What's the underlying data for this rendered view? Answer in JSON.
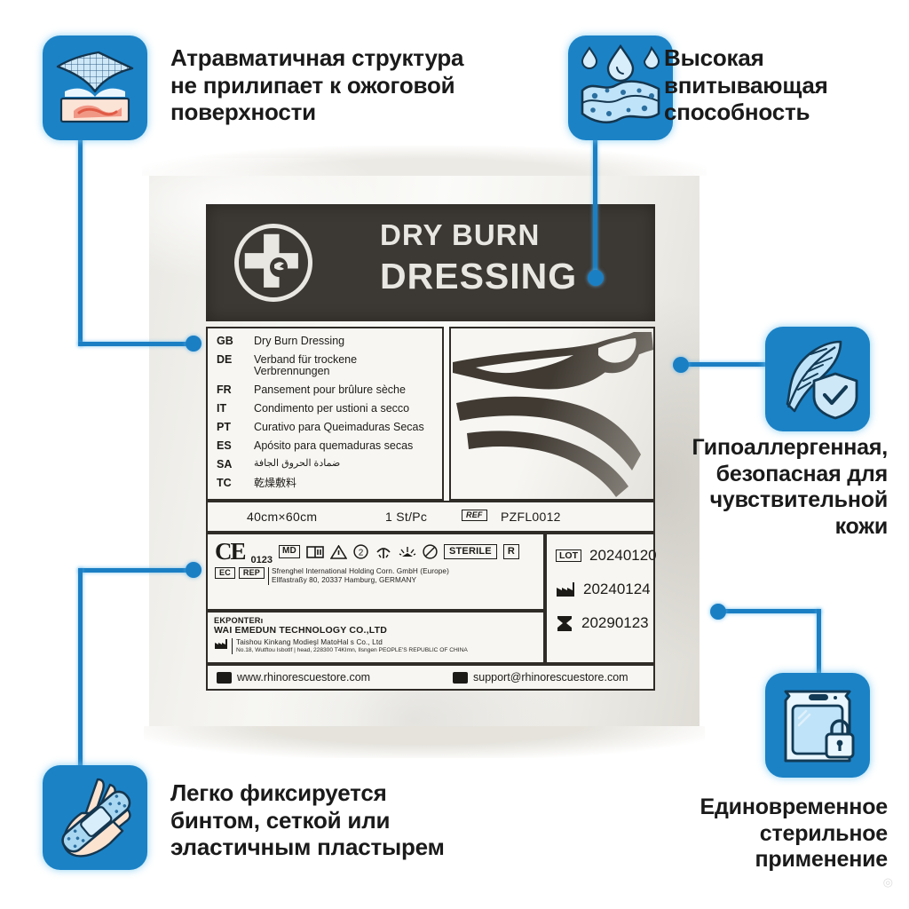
{
  "image": {
    "kind": "product-infographic",
    "language": "ru",
    "accent_color": "#1b82c6",
    "line_color": "#1b7fc4",
    "background": "#ffffff"
  },
  "features": [
    {
      "id": "atraumatic",
      "icon": "non-adherent-mesh-icon",
      "text": "Атравматичная структура\nне прилипает к ожоговой\nповерхности",
      "lines": [
        "Атравматичная структура",
        "не прилипает к ожоговой",
        "поверхности"
      ]
    },
    {
      "id": "absorbency",
      "icon": "sponge-droplets-icon",
      "text": "Высокая\nвпитывающая\nспособность",
      "lines": [
        "Высокая",
        "впитывающая",
        "способность"
      ]
    },
    {
      "id": "hypoallergenic",
      "icon": "feather-shield-icon",
      "text": "Гипоаллергенная,\nбезопасная для\nчувствительной\nкожи",
      "lines": [
        "Гипоаллергенная,",
        "безопасная для",
        "чувствительной",
        "кожи"
      ]
    },
    {
      "id": "easy-fixation",
      "icon": "hand-plaster-icon",
      "text": "Легко фиксируется\nбинтом, сеткой или\nэластичным пластырем",
      "lines": [
        "Легко фиксируется",
        "бинтом, сеткой или",
        "эластичным пластырем"
      ]
    },
    {
      "id": "single-use-sterile",
      "icon": "sealed-pouch-lock-icon",
      "text": "Единовременное\nстерильное\nприменение",
      "lines": [
        "Единовременное",
        "стерильное",
        "применение"
      ]
    }
  ],
  "package": {
    "brand_logo": "rhino-cross-logo",
    "title_line1": "DRY BURN",
    "title_line2": "DRESSING",
    "languages": [
      {
        "code": "GB",
        "name": "Dry Burn Dressing"
      },
      {
        "code": "DE",
        "name": "Verband für trockene Verbrennungen"
      },
      {
        "code": "FR",
        "name": "Pansement pour brûlure sèche"
      },
      {
        "code": "IT",
        "name": "Condimento per ustioni a secco"
      },
      {
        "code": "PT",
        "name": "Curativo para Queimaduras Secas"
      },
      {
        "code": "ES",
        "name": "Apósito para quemaduras secas"
      },
      {
        "code": "SA",
        "name": "ضمادة الحروق الجافة"
      },
      {
        "code": "TC",
        "name": "乾燥敷料"
      }
    ],
    "size": "40cm×60cm",
    "quantity": "1 St/Pc",
    "ref_symbol": "REF",
    "ref_code": "PZFL0012",
    "ce_mark": "CE",
    "ce_number": "0123",
    "symbols": [
      "MD",
      "IFU",
      "CAUTION",
      "DO-NOT-REUSE",
      "KEEP-DRY",
      "KEEP-AWAY-FROM-SUNLIGHT",
      "DO-NOT-USE-IF-DAMAGED"
    ],
    "sterile_label": "STERILE",
    "sterile_method": "R",
    "ec_rep_label_1": "EC",
    "ec_rep_label_2": "REP",
    "ec_rep_name": "Sfrenghel International Holding Corn. GmbH (Europe)",
    "ec_rep_address": "Ellfastraßy 80, 20337 Hamburg, GERMANY",
    "exporter_label": "EKPONTERı",
    "exporter_name": "WAI EMEDUN TECHNOLOGY CO.,LTD",
    "manufacturer_name": "Taishou Kinkang Modieşl MatoHal s Co., Ltd",
    "manufacturer_address": "No.18, Wutftou Isbotlf | head, 228300 T4KImn, Ilsngen PEOPLE'S REPUBLIC OF CHINA",
    "website": "www.rhinorescuestore.com",
    "email": "support@rhinorescuestore.com",
    "lot_label": "LOT",
    "lot_value": "20240120",
    "manufacture_date_symbol": "factory-icon",
    "manufacture_date": "20240124",
    "expiry_symbol": "hourglass-icon",
    "expiry_date": "20290123",
    "illustration": "limb-dressing-illustration"
  }
}
